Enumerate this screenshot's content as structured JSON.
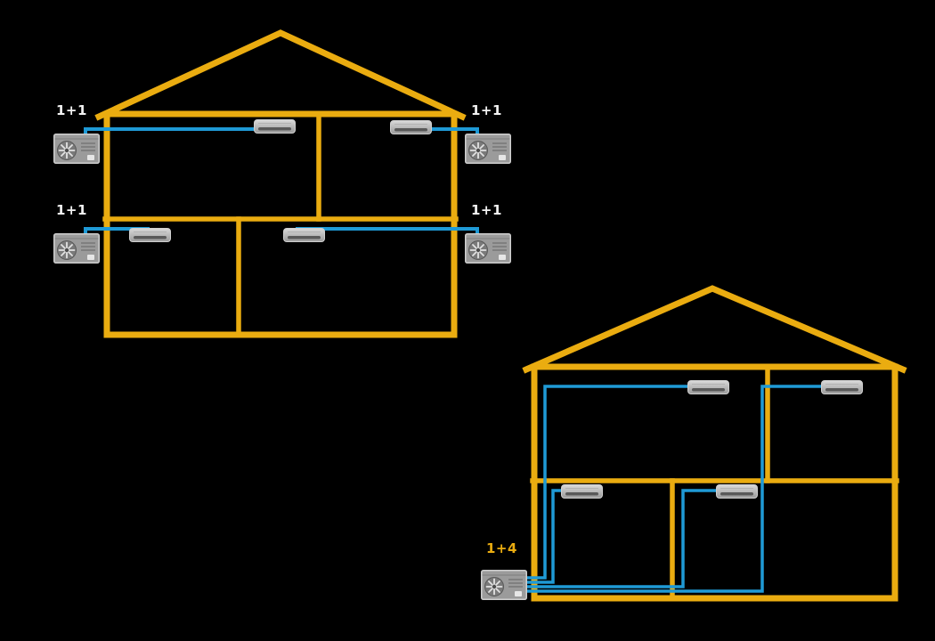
{
  "colors": {
    "background": "#000000",
    "house_outline": "#EAAC10",
    "pipe": "#1F9AD6",
    "label_single_split": "#F2F2F2",
    "label_multi_split": "#EAAC10"
  },
  "left_house": {
    "indoor_unit_count": 4,
    "outdoor_units": [
      {
        "label": "1+1"
      },
      {
        "label": "1+1"
      },
      {
        "label": "1+1"
      },
      {
        "label": "1+1"
      }
    ]
  },
  "right_house": {
    "indoor_unit_count": 4,
    "outdoor_units": [
      {
        "label": "1+4"
      }
    ]
  },
  "icons": {
    "outdoor_unit": "outdoor-condenser-unit-icon",
    "indoor_unit": "wall-mounted-indoor-unit-icon",
    "fan": "fan-icon"
  }
}
